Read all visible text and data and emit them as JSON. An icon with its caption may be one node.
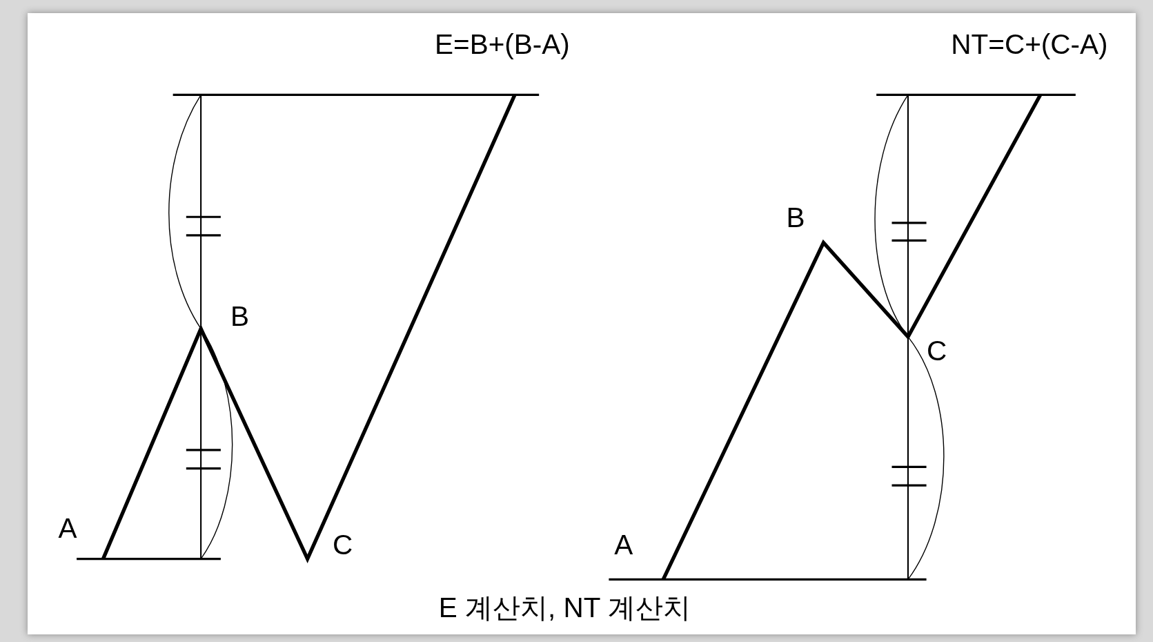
{
  "diagram": {
    "caption": "E 계산치, NT 계산치",
    "labels": [
      "E=B+(B-A)",
      "NT=C+(C-A)",
      "B",
      "B",
      "C",
      "A",
      "C",
      "A"
    ]
  }
}
